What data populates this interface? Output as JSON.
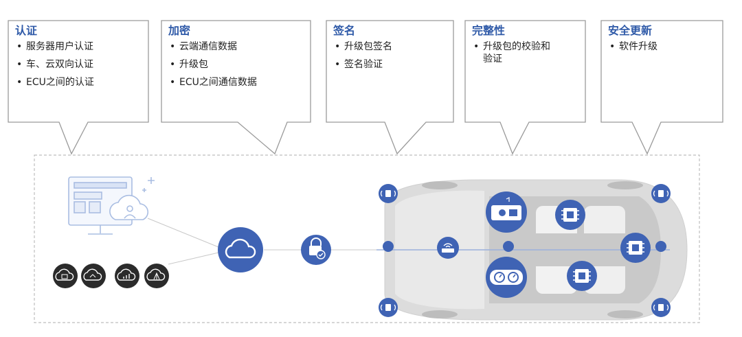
{
  "callouts": [
    {
      "title": "认证",
      "items": [
        "服务器用户认证",
        "车、云双向认证",
        "ECU之间的认证"
      ]
    },
    {
      "title": "加密",
      "items": [
        "云端通信数据",
        "升级包",
        "ECU之间通信数据"
      ]
    },
    {
      "title": "签名",
      "items": [
        "升级包签名",
        "签名验证"
      ]
    },
    {
      "title": "完整性",
      "items": [
        "升级包的校验和\n验证"
      ]
    },
    {
      "title": "安全更新",
      "items": [
        "软件升级"
      ]
    }
  ],
  "colors": {
    "accent_blue": "#2f5aa8",
    "node_blue": "#3f63b4",
    "dark_badge": "#2b2b2b",
    "border_gray": "#9a9a9a",
    "dash_gray": "#bdbdbd",
    "car_gray": "#d9d9d9"
  },
  "icons": {
    "cloud": "cloud-icon",
    "lock": "lock-check-icon",
    "monitor": "monitor-cloud-icon",
    "badges": [
      "cloud-settings-icon",
      "cloud-monitor-icon",
      "cloud-chart-icon",
      "cloud-antenna-icon"
    ],
    "signal": "signal-icon",
    "chip": "chip-icon",
    "wifi": "wifi-module-icon",
    "dashboard": "dashboard-gauge-icon",
    "infotainment": "infotainment-icon"
  }
}
